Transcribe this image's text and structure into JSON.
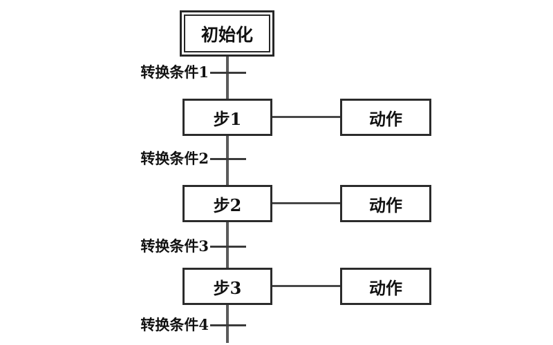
{
  "diagram": {
    "init_step": {
      "label": "初始化"
    },
    "transitions": [
      {
        "label": "转换条件1"
      },
      {
        "label": "转换条件2"
      },
      {
        "label": "转换条件3"
      },
      {
        "label": "转换条件4"
      }
    ],
    "steps": [
      {
        "label": "步1",
        "action": "动作"
      },
      {
        "label": "步2",
        "action": "动作"
      },
      {
        "label": "步3",
        "action": "动作"
      }
    ],
    "colors": {
      "background": "#ffffff",
      "spine": "#5a5a5a",
      "border": "#262626",
      "text": "#111111"
    }
  }
}
